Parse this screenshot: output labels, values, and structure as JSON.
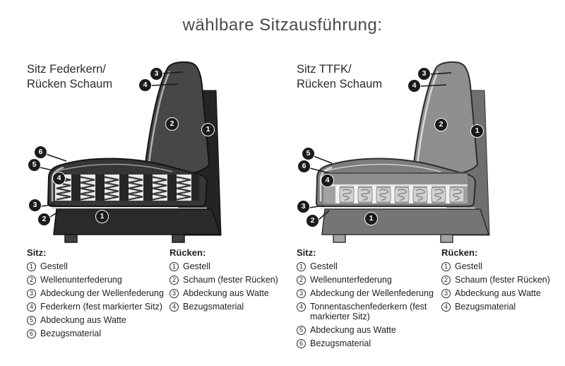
{
  "title": "wählbare Sitzausführung:",
  "colors": {
    "sofa_dark": "#363636",
    "sofa_light": "#8f8f8f",
    "badge_bg": "#1b1b1b",
    "badge_text": "#ffffff"
  },
  "diagrams": {
    "left": {
      "heading_line1": "Sitz Federkern/",
      "heading_line2": "Rücken Schaum",
      "badges": {
        "top3": "3",
        "top4": "4",
        "back2": "2",
        "frame1": "1",
        "side6": "6",
        "side5": "5",
        "seat4": "4",
        "low3": "3",
        "low2": "2",
        "base1": "1"
      }
    },
    "right": {
      "heading_line1": "Sitz TTFK/",
      "heading_line2": "Rücken Schaum",
      "badges": {
        "top3": "3",
        "top4": "4",
        "back2": "2",
        "frame1": "1",
        "side5": "5",
        "side6": "6",
        "seat4": "4",
        "low3": "3",
        "low2": "2",
        "base1": "1"
      }
    }
  },
  "legends": {
    "left_sitz": {
      "header": "Sitz:",
      "items": [
        {
          "num": "1",
          "label": "Gestell"
        },
        {
          "num": "2",
          "label": "Wellenunterfederung"
        },
        {
          "num": "3",
          "label": "Abdeckung der Wellenfederung"
        },
        {
          "num": "4",
          "label": "Federkern (fest markierter Sitz)"
        },
        {
          "num": "5",
          "label": "Abdeckung aus Watte"
        },
        {
          "num": "6",
          "label": "Bezugsmaterial"
        }
      ]
    },
    "left_ruecken": {
      "header": "Rücken:",
      "items": [
        {
          "num": "1",
          "label": "Gestell"
        },
        {
          "num": "2",
          "label": "Schaum (fester Rücken)"
        },
        {
          "num": "3",
          "label": "Abdeckung aus Watte"
        },
        {
          "num": "4",
          "label": "Bezugsmaterial"
        }
      ]
    },
    "right_sitz": {
      "header": "Sitz:",
      "items": [
        {
          "num": "1",
          "label": "Gestell"
        },
        {
          "num": "2",
          "label": "Wellenunterfederung"
        },
        {
          "num": "3",
          "label": "Abdeckung der Wellenfederung"
        },
        {
          "num": "4",
          "label": "Tonnentaschenfederkern (fest markierter Sitz)"
        },
        {
          "num": "5",
          "label": "Abdeckung aus Watte"
        },
        {
          "num": "6",
          "label": "Bezugsmaterial"
        }
      ]
    },
    "right_ruecken": {
      "header": "Rücken:",
      "items": [
        {
          "num": "1",
          "label": "Gestell"
        },
        {
          "num": "2",
          "label": "Schaum (fester Rücken)"
        },
        {
          "num": "3",
          "label": "Abdeckung aus Watte"
        },
        {
          "num": "4",
          "label": "Bezugsmaterial"
        }
      ]
    }
  }
}
